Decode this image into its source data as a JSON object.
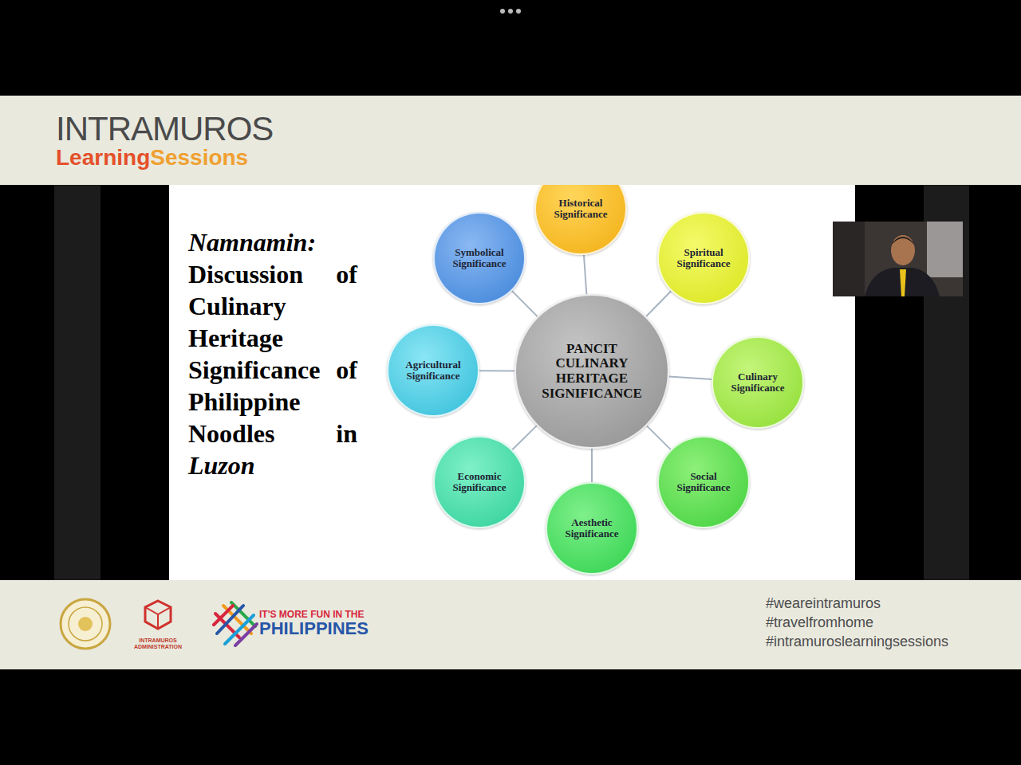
{
  "diagram": {
    "title": "Namnamin: Discussion of Culinary Heritage Significance of Philippine Noodles in Luzon",
    "nodes": [
      {
        "text": [
          "PANCIT CULINARY HERITAGE SIGNIFICANCE"
        ]
      },
      {
        "text": [
          "Historical Significance"
        ]
      },
      {
        "text": [
          "Spiritual Significance"
        ]
      },
      {
        "text": [
          "Culinary Significance"
        ]
      },
      {
        "text": [
          "Social Significance"
        ]
      },
      {
        "text": [
          "Aesthetic Significance"
        ]
      },
      {
        "text": [
          "Economic Significance"
        ]
      },
      {
        "text": [
          "Agricultural Significance"
        ]
      },
      {
        "text": [
          "Symbolical Significance"
        ]
      }
    ],
    "edges": [
      {
        "from": 0,
        "to": 1,
        "arrow": "none"
      },
      {
        "from": 0,
        "to": 2,
        "arrow": "none"
      },
      {
        "from": 0,
        "to": 3,
        "arrow": "none"
      },
      {
        "from": 0,
        "to": 4,
        "arrow": "none"
      },
      {
        "from": 0,
        "to": 5,
        "arrow": "none"
      },
      {
        "from": 0,
        "to": 6,
        "arrow": "none"
      },
      {
        "from": 0,
        "to": 7,
        "arrow": "none"
      },
      {
        "from": 0,
        "to": 8,
        "arrow": "none"
      }
    ],
    "labels": [
      "INTRAMUROS",
      "Learning",
      "Sessions",
      "INTRAMUROS ADMINISTRATION",
      "IT'S MORE FUN IN THE",
      "PHILIPPINES",
      "#weareintramuros",
      "#travelfromhome",
      "#intramuroslearningsessions"
    ]
  }
}
